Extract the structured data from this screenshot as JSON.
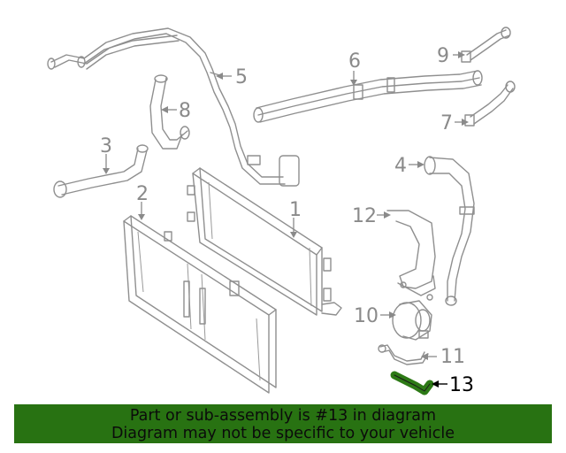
{
  "callouts": {
    "c1": "1",
    "c2": "2",
    "c3": "3",
    "c4": "4",
    "c5": "5",
    "c6": "6",
    "c7": "7",
    "c8": "8",
    "c9": "9",
    "c10": "10",
    "c11": "11",
    "c12": "12",
    "c13": "13"
  },
  "highlight": {
    "part_number": "13",
    "color": "#287212"
  },
  "banner": {
    "line1": "Part or sub-assembly is #13 in diagram",
    "line2": "Diagram may not be specific to your vehicle",
    "background": "#287212"
  }
}
